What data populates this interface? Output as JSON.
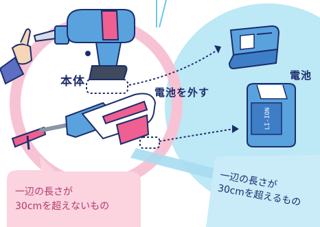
{
  "labels": {
    "body": "本体",
    "remove_battery": "電池を外す",
    "battery": "電池",
    "under_30cm_line1": "一辺の長さが",
    "under_30cm_line2": "30cmを超えないもの",
    "over_30cm_line1": "一辺の長さが",
    "over_30cm_line2": "30cmを超えるもの"
  },
  "battery_marking": "LI-ION",
  "colors": {
    "pink_circle": "#f7c3d4",
    "pink_accent": "#ef5f92",
    "blue_circle": "#bde8f6",
    "blue_tool": "#5aa2de",
    "navy": "#1b2d6b",
    "under_label_bg": "#fbd4e0",
    "over_label_bg": "#c9ecf8"
  }
}
